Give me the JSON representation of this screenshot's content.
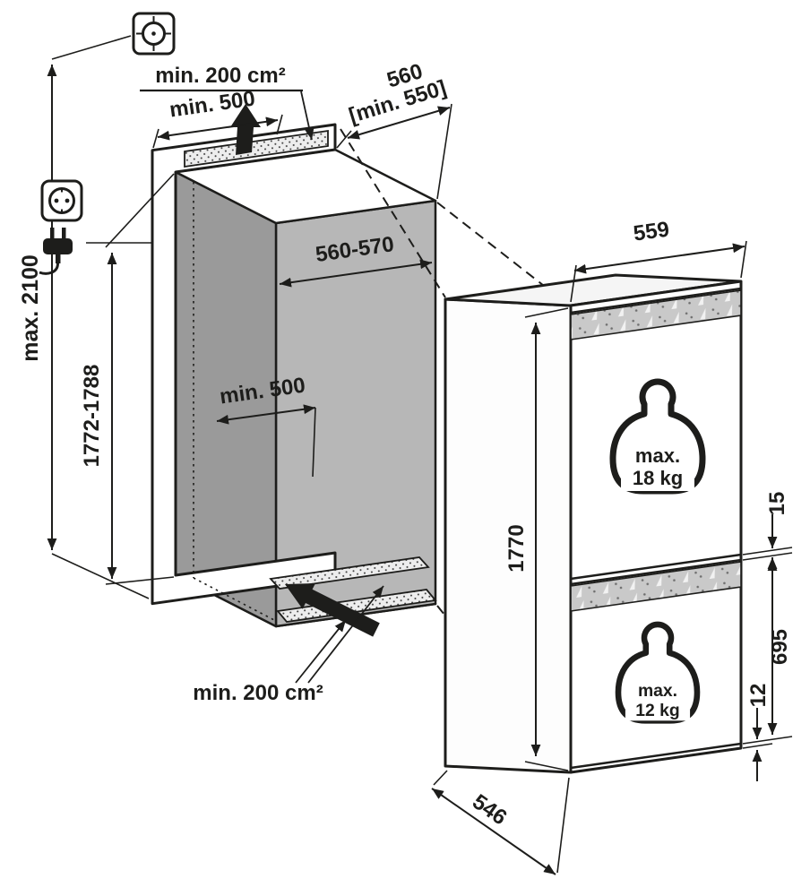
{
  "title": "Built-in appliance niche installation diagram",
  "colors": {
    "line": "#1d1d1b",
    "back_wall": "#b7b7b7",
    "side_wall": "#9a9a9a",
    "floor": "#ececec",
    "hinge_strip": "#c9c9c9"
  },
  "niche": {
    "vent_top": "min. 200 cm²",
    "vent_bottom": "min. 200 cm²",
    "top_width": "min. 500",
    "depth": "560",
    "depth_min": "[min. 550]",
    "inner_width": "560-570",
    "inner_clearance": "min. 500",
    "height": "1772-1788",
    "max_overall_height": "max. 2100"
  },
  "appliance": {
    "width": "559",
    "height": "1770",
    "depth": "546",
    "top_gap": "15",
    "lower_door_height": "695",
    "bottom_gap": "12",
    "upper_door_load_line1": "max.",
    "upper_door_load_line2": "18 kg",
    "lower_door_load_line1": "max.",
    "lower_door_load_line2": "12 kg"
  }
}
